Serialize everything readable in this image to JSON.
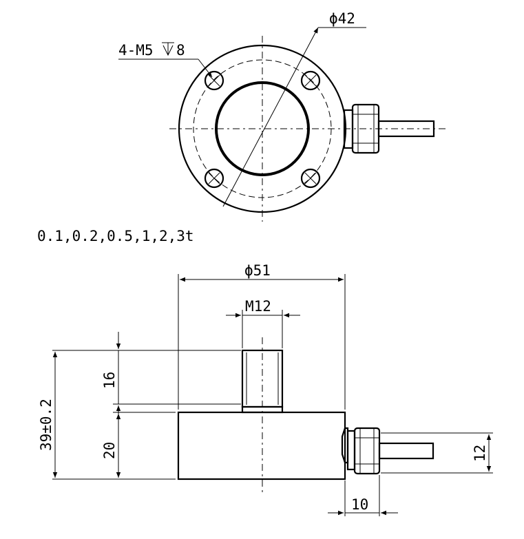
{
  "top_view": {
    "diameter_label": "ϕ42",
    "thread_label": "4-M5",
    "thread_depth": "8"
  },
  "capacities": "0.1,0.2,0.5,1,2,3t",
  "side_view": {
    "body_diameter": "ϕ51",
    "stud_thread": "M12",
    "stud_height": "16",
    "body_height": "20",
    "total_height": "39±0.2",
    "cable_height": "12",
    "cable_offset": "10"
  }
}
